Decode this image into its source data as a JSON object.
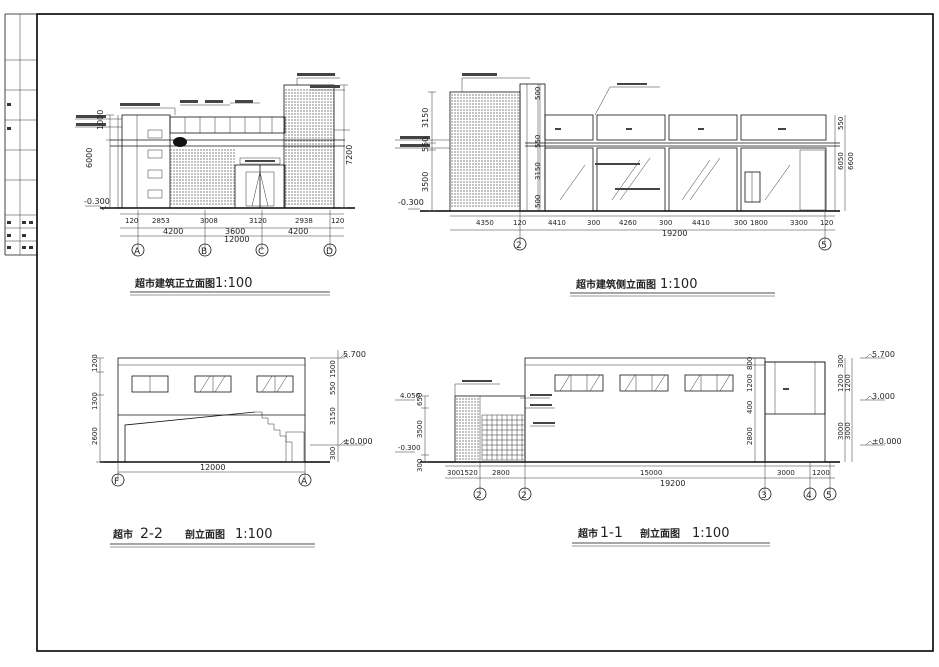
{
  "views": {
    "front": {
      "title": "超市建筑正立面图",
      "scale": "1:100",
      "level_left": "-0.300",
      "vdims": [
        "6000",
        "1000"
      ],
      "vdim_right": "7200",
      "seg_dims": [
        "120",
        "2853",
        "3008",
        "3120",
        "2938",
        "120"
      ],
      "bay_dims": [
        "4200",
        "3600",
        "4200"
      ],
      "total": "12000",
      "axes": [
        "A",
        "B",
        "C",
        "D"
      ]
    },
    "side": {
      "title": "超市建筑侧立面图",
      "scale": "1:100",
      "level_left": "-0.300",
      "vdims": [
        "3150",
        "550",
        "3500"
      ],
      "vdims_mid": [
        "500",
        "550",
        "3150",
        "500"
      ],
      "vdims_right": [
        "550",
        "6050",
        "6600"
      ],
      "seg_dims": [
        "4350",
        "120",
        "4410",
        "300",
        "4260",
        "300",
        "4410",
        "300",
        "1800",
        "3300",
        "120"
      ],
      "total": "19200",
      "axes": [
        "2",
        "5"
      ]
    },
    "s22": {
      "title_a": "超市",
      "title_b": "2-2",
      "title_c": "剖立面图",
      "scale": "1:100",
      "levels": [
        "5.700",
        "±0.000"
      ],
      "vdims_left": [
        "1200",
        "1300",
        "2600"
      ],
      "vdims_right": [
        "1500",
        "550",
        "3150",
        "300"
      ],
      "total": "12000",
      "axes": [
        "F",
        "A"
      ]
    },
    "s11": {
      "title_a": "超市",
      "title_b": "1-1",
      "title_c": "剖立面图",
      "scale": "1:100",
      "levels_left": [
        "4.050",
        "-0.300"
      ],
      "levels_right": [
        "5.700",
        "3.000",
        "±0.000"
      ],
      "vdims_left": [
        "650",
        "3500",
        "300"
      ],
      "vdims_mid": [
        "800",
        "1200",
        "400",
        "2800"
      ],
      "vdims_right": [
        "300",
        "1200",
        "3000",
        "1200",
        "3000"
      ],
      "seg_dims": [
        "300",
        "1520",
        "2800",
        "15000",
        "3000",
        "1200"
      ],
      "total": "19200",
      "axes": [
        "2",
        "2",
        "3",
        "4",
        "5"
      ]
    }
  }
}
